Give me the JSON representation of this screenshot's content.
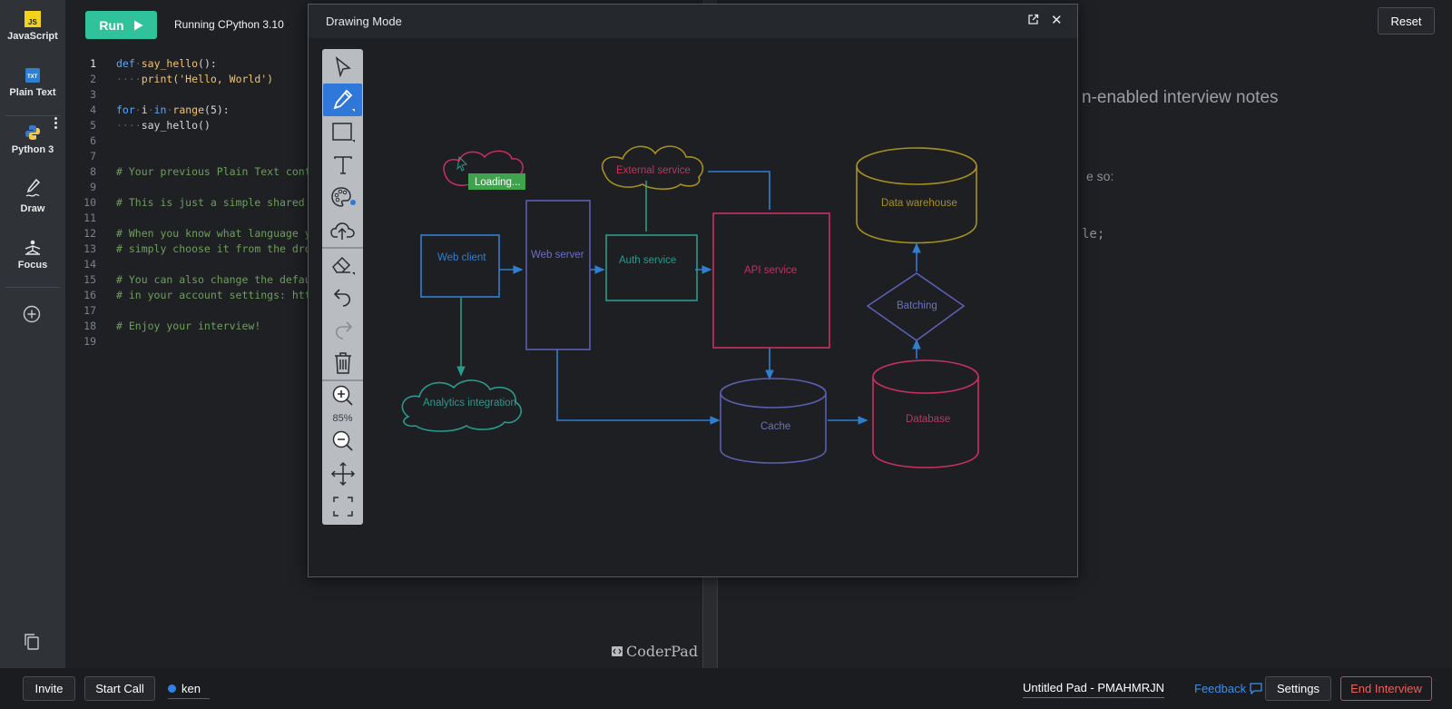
{
  "sidebar": {
    "items": [
      {
        "label": "JavaScript",
        "icon": "javascript-icon"
      },
      {
        "label": "Plain Text",
        "icon": "plain-text-icon"
      },
      {
        "label": "Python 3",
        "icon": "python-icon"
      },
      {
        "label": "Draw",
        "icon": "draw-icon"
      },
      {
        "label": "Focus",
        "icon": "focus-icon"
      }
    ],
    "add_icon": "plus-circle-icon",
    "copy_icon": "copy-icon"
  },
  "editor": {
    "run_label": "Run",
    "runtime": "Running CPython 3.10",
    "lines": [
      "1",
      "2",
      "3",
      "4",
      "5",
      "6",
      "7",
      "8",
      "9",
      "10",
      "11",
      "12",
      "13",
      "14",
      "15",
      "16",
      "17",
      "18",
      "19"
    ],
    "code": {
      "l1_kw": "def",
      "l1_fn": "say_hello",
      "l1_rest": "():",
      "l2_fn": "print",
      "l2_str": "('Hello, World')",
      "l4_kw1": "for",
      "l4_var": "i",
      "l4_kw2": "in",
      "l4_fn": "range",
      "l4_rest": "(5):",
      "l5": "say_hello()",
      "l8": "# Your previous Plain Text cont",
      "l10": "# This is just a simple shared",
      "l12": "# When you know what language y",
      "l13": "# simply choose it from the dro",
      "l15": "# You can also change the defau",
      "l16": "# in your account settings: htt",
      "l18": "# Enjoy your interview!"
    },
    "brand": "CoderPad"
  },
  "right_pane": {
    "reset_label": "Reset",
    "heading_fragment": "n-enabled interview notes",
    "fragment1": "e so:",
    "fragment2": "le;"
  },
  "drawing_modal": {
    "title": "Drawing Mode",
    "zoom": "85%",
    "tools": [
      "select-tool",
      "pencil-tool",
      "rectangle-tool",
      "text-tool",
      "palette-tool",
      "upload-tool",
      "eraser-tool",
      "undo-tool",
      "redo-tool",
      "trash-tool",
      "zoom-in-tool",
      "zoom-out-tool",
      "pan-tool",
      "fit-tool"
    ],
    "loading_label": "Loading...",
    "nodes": {
      "web_client": "Web client",
      "web_server": "Web server",
      "auth_service": "Auth service",
      "external_service": "External service",
      "api_service": "API service",
      "data_warehouse": "Data warehouse",
      "batching": "Batching",
      "database": "Database",
      "cache": "Cache",
      "analytics": "Analytics integration"
    },
    "colors": {
      "blue": "#2f7fd0",
      "purple": "#5a5fb0",
      "teal": "#2a9a8c",
      "olive": "#a8901e",
      "crimson": "#c8305e",
      "toolbar_active": "#2f77d8"
    }
  },
  "bottom_bar": {
    "invite_label": "Invite",
    "start_call_label": "Start Call",
    "user_name": "ken",
    "pad_title": "Untitled Pad - PMAHMRJN",
    "feedback_label": "Feedback",
    "settings_label": "Settings",
    "end_interview_label": "End Interview"
  },
  "colors": {
    "run_button": "#2fc29b",
    "end_interview": "#e0443f",
    "link": "#3d8fe8"
  }
}
